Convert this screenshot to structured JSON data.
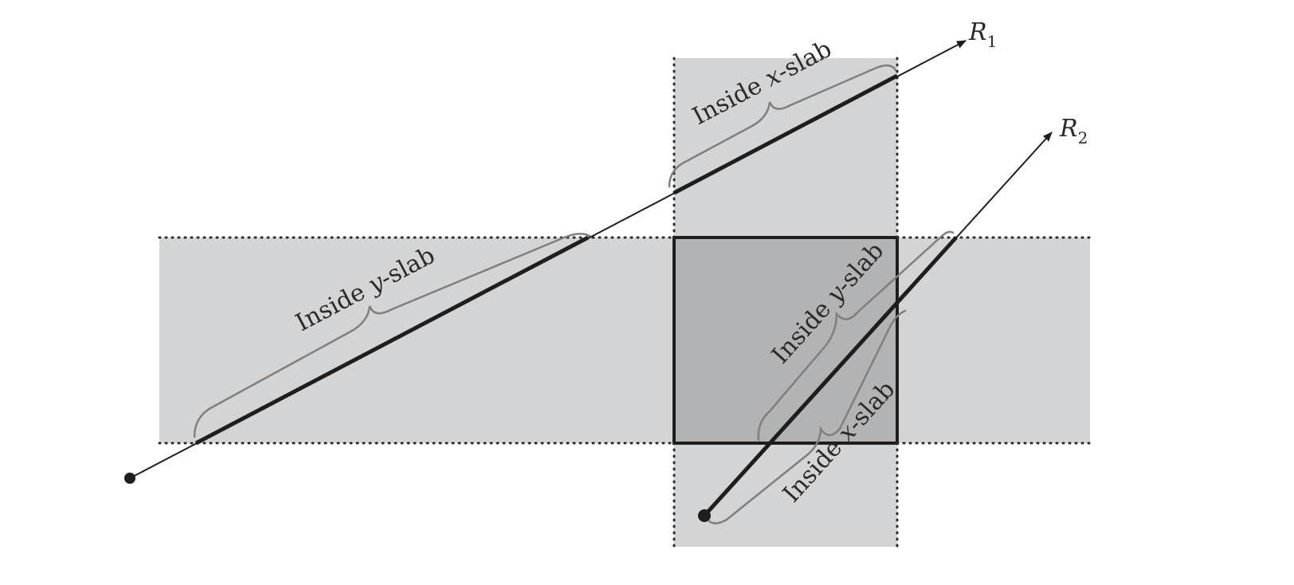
{
  "diagram": {
    "colors": {
      "slab": "#d3d4d6",
      "box": "#b2b3b5",
      "line": "#1e1e1e",
      "brace": "#7f7f7f",
      "dotted": "#2a2a2a"
    },
    "rays": [
      {
        "name": "R",
        "subscript": "1"
      },
      {
        "name": "R",
        "subscript": "2"
      }
    ],
    "labels": {
      "r1_y": {
        "prefix": "Inside ",
        "var": "y",
        "suffix": "-slab"
      },
      "r1_x": {
        "prefix": "Inside ",
        "var": "x",
        "suffix": "-slab"
      },
      "r2_y": {
        "prefix": "Inside ",
        "var": "y",
        "suffix": "-slab"
      },
      "r2_x": {
        "prefix": "Inside ",
        "var": "x",
        "suffix": "-slab"
      }
    }
  }
}
